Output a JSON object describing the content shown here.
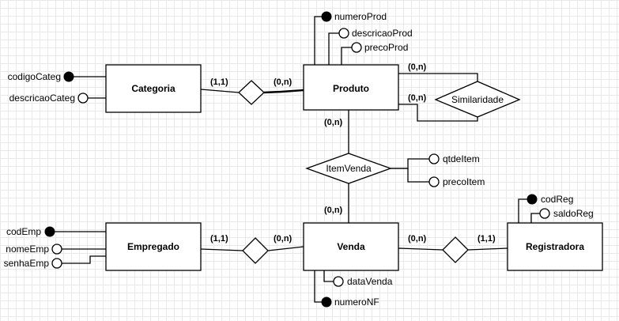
{
  "entities": {
    "categoria": "Categoria",
    "produto": "Produto",
    "empregado": "Empregado",
    "venda": "Venda",
    "registradora": "Registradora"
  },
  "relationships": {
    "similaridade": "Similaridade",
    "item_venda": "ItemVenda"
  },
  "attributes": {
    "codigo_categ": "codigoCateg",
    "descricao_categ": "descricaoCateg",
    "numero_prod": "numeroProd",
    "descricao_prod": "descricaoProd",
    "preco_prod": "precoProd",
    "qtd_item": "qtdeItem",
    "preco_item": "precoItem",
    "cod_emp": "codEmp",
    "nome_emp": "nomeEmp",
    "senha_emp": "senhaEmp",
    "data_venda": "dataVenda",
    "numero_nf": "numeroNF",
    "cod_reg": "codReg",
    "saldo_reg": "saldoReg"
  },
  "cardinalities": {
    "categoria_side": "(1,1)",
    "produto_categoria_side": "(0,n)",
    "produto_sim_top": "(0,n)",
    "produto_sim_bottom": "(0,n)",
    "produto_itemvenda_side": "(0,n)",
    "venda_itemvenda_side": "(0,n)",
    "empregado_side": "(1,1)",
    "venda_empregado_side": "(0,n)",
    "venda_registradora_side": "(0,n)",
    "registradora_side": "(1,1)"
  }
}
